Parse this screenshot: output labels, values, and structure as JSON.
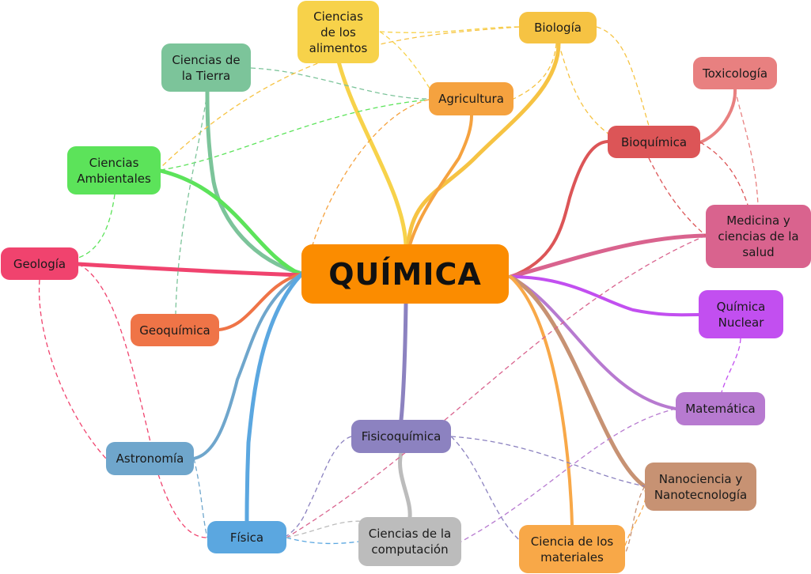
{
  "center": {
    "label": "QUÍMICA",
    "color": "#fb8c00"
  },
  "nodes": [
    {
      "id": "alimentos",
      "label": "Ciencias\nde los\nalimentos",
      "color": "#f7d24a"
    },
    {
      "id": "biologia",
      "label": "Biología",
      "color": "#f6c343"
    },
    {
      "id": "tierra",
      "label": "Ciencias de\nla Tierra",
      "color": "#7cc49a"
    },
    {
      "id": "agricultura",
      "label": "Agricultura",
      "color": "#f5a23f"
    },
    {
      "id": "toxicologia",
      "label": "Toxicología",
      "color": "#e88080"
    },
    {
      "id": "bioquimica",
      "label": "Bioquímica",
      "color": "#dc5557"
    },
    {
      "id": "ambientales",
      "label": "Ciencias\nAmbientales",
      "color": "#5ce35a"
    },
    {
      "id": "medicina",
      "label": "Medicina y\nciencias de la\nsalud",
      "color": "#d9638e"
    },
    {
      "id": "geologia",
      "label": "Geología",
      "color": "#f0436e"
    },
    {
      "id": "nuclear",
      "label": "Química\nNuclear",
      "color": "#c24ff0"
    },
    {
      "id": "geoquimica",
      "label": "Geoquímica",
      "color": "#ef7447"
    },
    {
      "id": "matematica",
      "label": "Matemática",
      "color": "#b77ad0"
    },
    {
      "id": "fisicoquimica",
      "label": "Fisicoquímica",
      "color": "#8c82c0"
    },
    {
      "id": "astronomia",
      "label": "Astronomía",
      "color": "#6fa6cc"
    },
    {
      "id": "nano",
      "label": "Nanociencia y\nNanotecnología",
      "color": "#c79273"
    },
    {
      "id": "fisica",
      "label": "Física",
      "color": "#5ba7e0"
    },
    {
      "id": "computacion",
      "label": "Ciencias de la\ncomputación",
      "color": "#bcbcbc"
    },
    {
      "id": "materiales",
      "label": "Ciencia de los\nmateriales",
      "color": "#f8a848"
    }
  ]
}
